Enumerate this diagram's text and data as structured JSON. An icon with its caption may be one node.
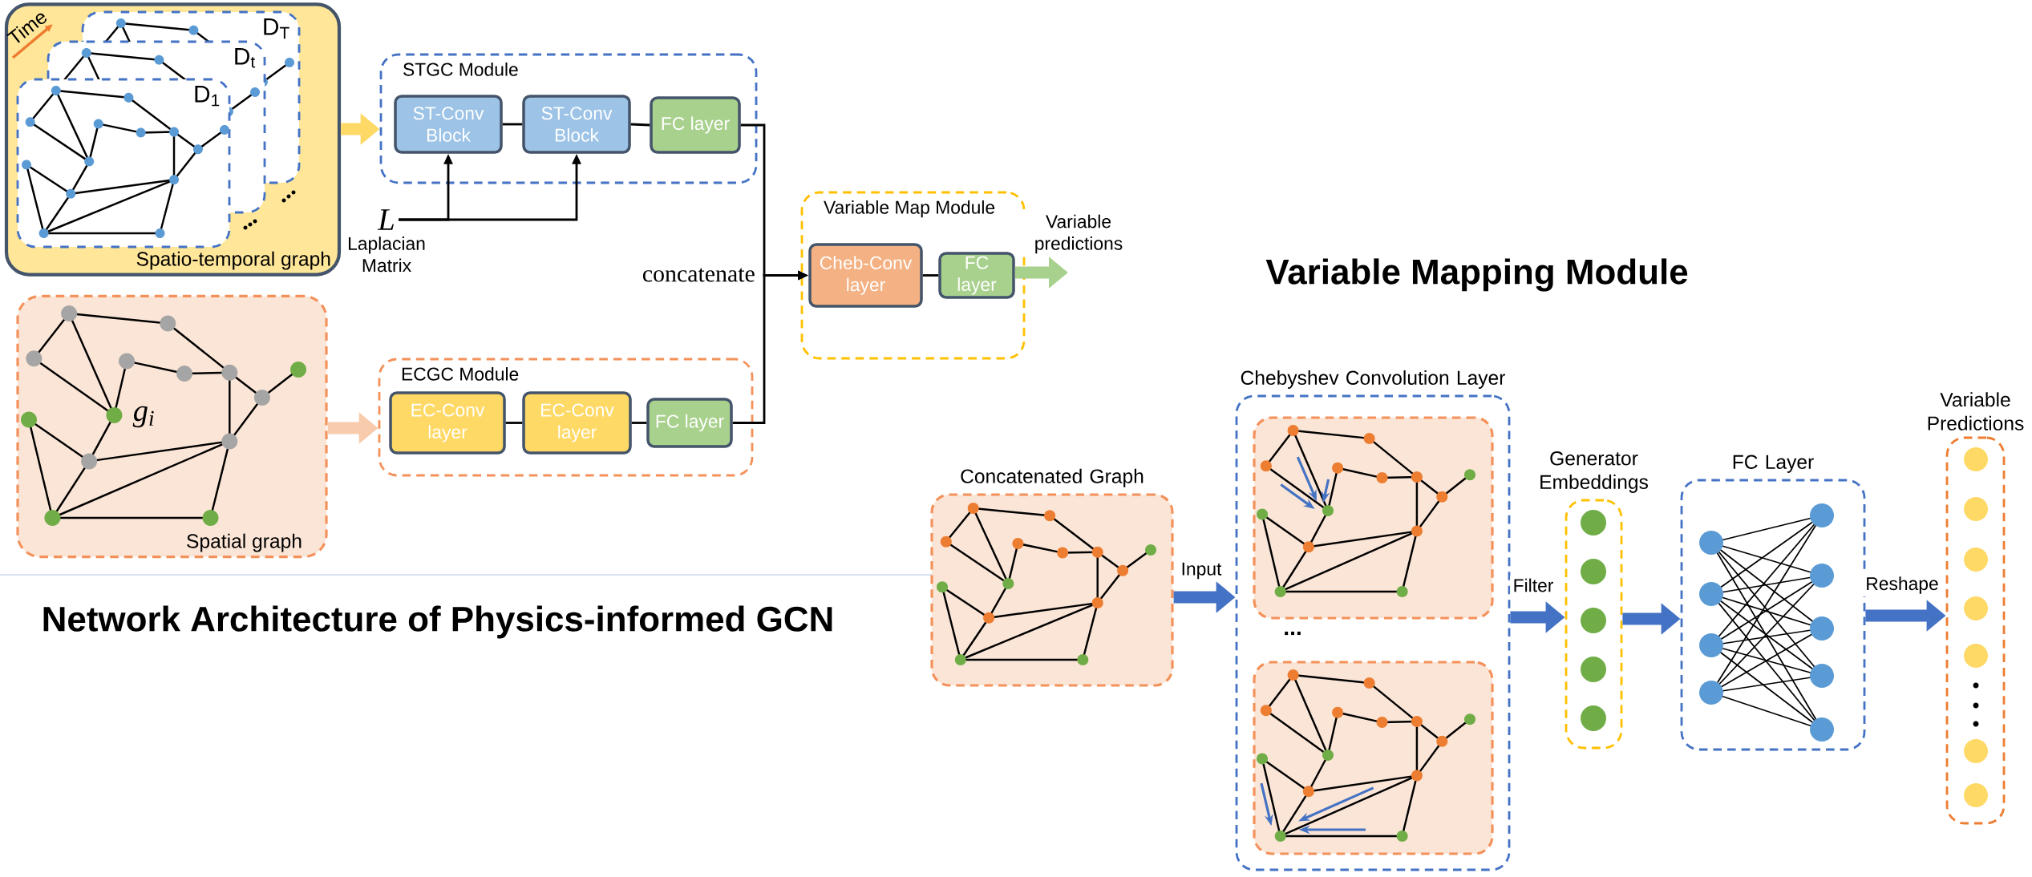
{
  "diagram": {
    "title": "Network Architecture of Physics-informed GCN",
    "nodes": [
      {
        "text": [
          "Spatio-temporal graph"
        ]
      },
      {
        "text": [
          "D$_{T}$"
        ],
        "in": 0
      },
      {
        "text": [
          "D$_{t}$"
        ],
        "in": 0
      },
      {
        "text": [
          "D$_{1}$"
        ],
        "in": 0
      },
      {
        "text": [
          "STGC Module"
        ]
      },
      {
        "text": [
          "ST-Conv Block"
        ],
        "in": 4
      },
      {
        "text": [
          "ST-Conv Block"
        ],
        "in": 4
      },
      {
        "text": [
          "FC layer"
        ],
        "in": 4
      },
      {
        "text": [
          "L"
        ],
        "beside": [
          "Laplacian Matrix"
        ]
      },
      {
        "text": [
          "Spatial graph"
        ]
      },
      {
        "text": [
          "ECGC Module"
        ]
      },
      {
        "text": [
          "EC-Conv layer"
        ],
        "in": 10
      },
      {
        "text": [
          "EC-Conv layer"
        ],
        "in": 10
      },
      {
        "text": [
          "FC layer"
        ],
        "in": 10
      },
      {
        "text": [
          "Variable Map Module"
        ]
      },
      {
        "text": [
          "Cheb-Conv layer"
        ],
        "in": 14
      },
      {
        "text": [
          "FC layer"
        ],
        "in": 14
      },
      {
        "text": [
          "Concatenated Graph"
        ]
      },
      {
        "text": [
          "Chebyshev Convolution Layer"
        ]
      },
      {
        "text": [],
        "shape": "box",
        "in": 18
      },
      {
        "text": [],
        "shape": "box",
        "in": 18
      },
      {
        "text": [
          "Generator Embeddings"
        ]
      },
      {
        "text": [
          "FC Layer"
        ]
      },
      {
        "text": [
          "Variable Predictions"
        ]
      }
    ],
    "edges": [
      {
        "from": 0,
        "to": 4,
        "arrow": "to",
        "style": "thick",
        "color": "#ffd966"
      },
      {
        "from": 5,
        "to": 6,
        "arrow": "none"
      },
      {
        "from": 6,
        "to": 7,
        "arrow": "none"
      },
      {
        "from": 8,
        "to": 5,
        "arrow": "to"
      },
      {
        "from": 8,
        "to": 6,
        "arrow": "to"
      },
      {
        "from": 9,
        "to": 10,
        "arrow": "to",
        "style": "thick",
        "color": "#f8cbad"
      },
      {
        "from": 11,
        "to": 12,
        "arrow": "none"
      },
      {
        "from": 12,
        "to": 13,
        "arrow": "none"
      },
      {
        "from": 7,
        "to": 15,
        "arrow": "to"
      },
      {
        "from": 13,
        "to": 15,
        "arrow": "to"
      },
      {
        "from": 15,
        "to": 16,
        "arrow": "none"
      },
      {
        "from": 16,
        "to": null,
        "arrow": "to",
        "style": "thick",
        "color": "#a9d18e",
        "label": "Variable predictions"
      },
      {
        "from": 17,
        "to": 18,
        "arrow": "to",
        "style": "thick",
        "color": "#4472c4",
        "label": "Input"
      },
      {
        "from": 18,
        "to": 21,
        "arrow": "to",
        "style": "thick",
        "color": "#4472c4",
        "label": "Filter"
      },
      {
        "from": 21,
        "to": 22,
        "arrow": "to",
        "style": "thick",
        "color": "#4472c4"
      },
      {
        "from": 22,
        "to": 23,
        "arrow": "to",
        "style": "thick",
        "color": "#4472c4",
        "label": "Reshape"
      }
    ],
    "labels": [
      "Time",
      "concatenate",
      "g$_{i}$",
      "Variable Mapping Module",
      "..."
    ]
  }
}
